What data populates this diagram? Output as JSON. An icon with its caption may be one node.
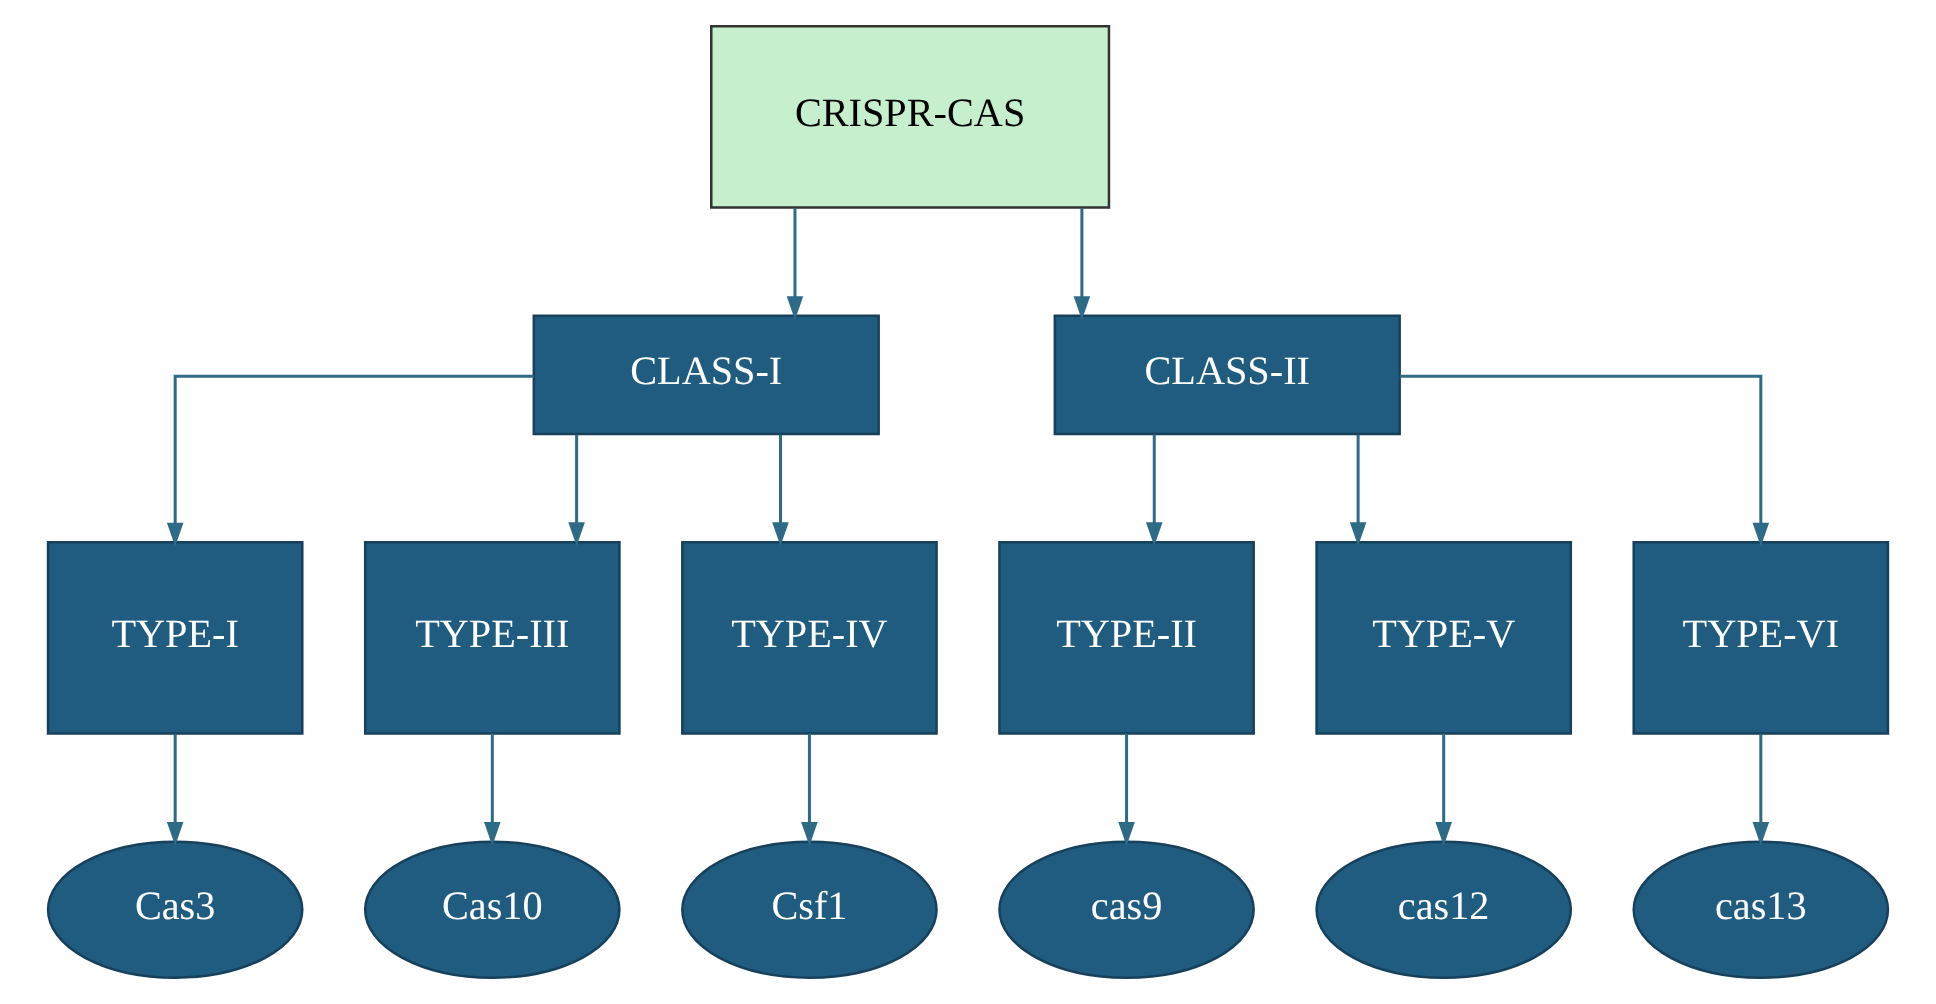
{
  "diagram": {
    "nodes": [
      {
        "text": [
          "CRISPR-CAS"
        ]
      },
      {
        "text": [
          "CLASS-I"
        ]
      },
      {
        "text": [
          "CLASS-II"
        ]
      },
      {
        "text": [
          "TYPE-I"
        ]
      },
      {
        "text": [
          "TYPE-III"
        ]
      },
      {
        "text": [
          "TYPE-IV"
        ]
      },
      {
        "text": [
          "TYPE-II"
        ]
      },
      {
        "text": [
          "TYPE-V"
        ]
      },
      {
        "text": [
          "TYPE-VI"
        ]
      },
      {
        "text": [
          "Cas3"
        ]
      },
      {
        "text": [
          "Cas10"
        ]
      },
      {
        "text": [
          "Csf1"
        ]
      },
      {
        "text": [
          "cas9"
        ]
      },
      {
        "text": [
          "cas12"
        ]
      },
      {
        "text": [
          "cas13"
        ]
      }
    ],
    "edges": [
      {
        "from": 0,
        "to": 1,
        "arrow": "to"
      },
      {
        "from": 0,
        "to": 2,
        "arrow": "to"
      },
      {
        "from": 1,
        "to": 3,
        "arrow": "to"
      },
      {
        "from": 1,
        "to": 4,
        "arrow": "to"
      },
      {
        "from": 1,
        "to": 5,
        "arrow": "to"
      },
      {
        "from": 2,
        "to": 6,
        "arrow": "to"
      },
      {
        "from": 2,
        "to": 7,
        "arrow": "to"
      },
      {
        "from": 2,
        "to": 8,
        "arrow": "to"
      },
      {
        "from": 3,
        "to": 9,
        "arrow": "to"
      },
      {
        "from": 4,
        "to": 10,
        "arrow": "to"
      },
      {
        "from": 5,
        "to": 11,
        "arrow": "to"
      },
      {
        "from": 6,
        "to": 12,
        "arrow": "to"
      },
      {
        "from": 7,
        "to": 13,
        "arrow": "to"
      },
      {
        "from": 8,
        "to": 14,
        "arrow": "to"
      }
    ]
  }
}
